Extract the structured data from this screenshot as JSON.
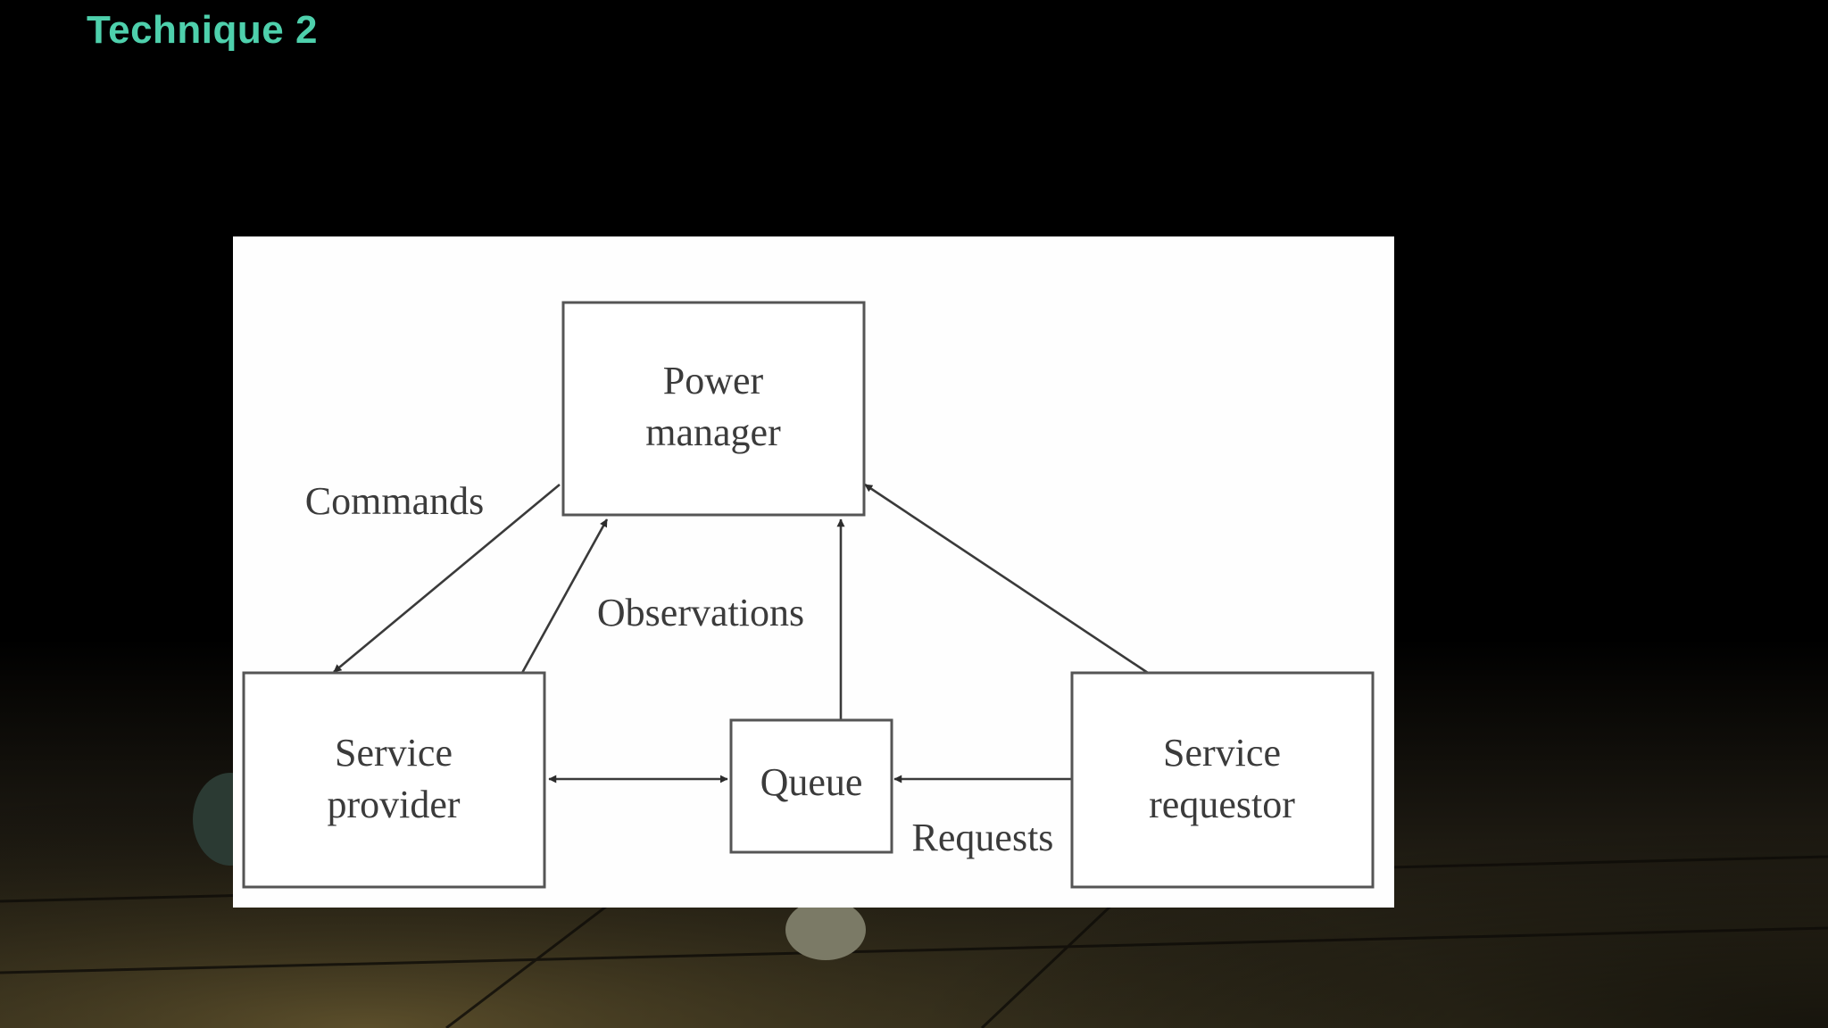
{
  "slide": {
    "title": "Technique 2",
    "title_color": "#4ed0ac"
  },
  "diagram": {
    "nodes": {
      "power_manager": {
        "lines": [
          "Power",
          "manager"
        ]
      },
      "service_provider": {
        "lines": [
          "Service",
          "provider"
        ]
      },
      "queue": {
        "lines": [
          "Queue"
        ]
      },
      "service_requestor": {
        "lines": [
          "Service",
          "requestor"
        ]
      }
    },
    "edges": {
      "commands": "Commands",
      "observations": "Observations",
      "requests": "Requests"
    }
  }
}
